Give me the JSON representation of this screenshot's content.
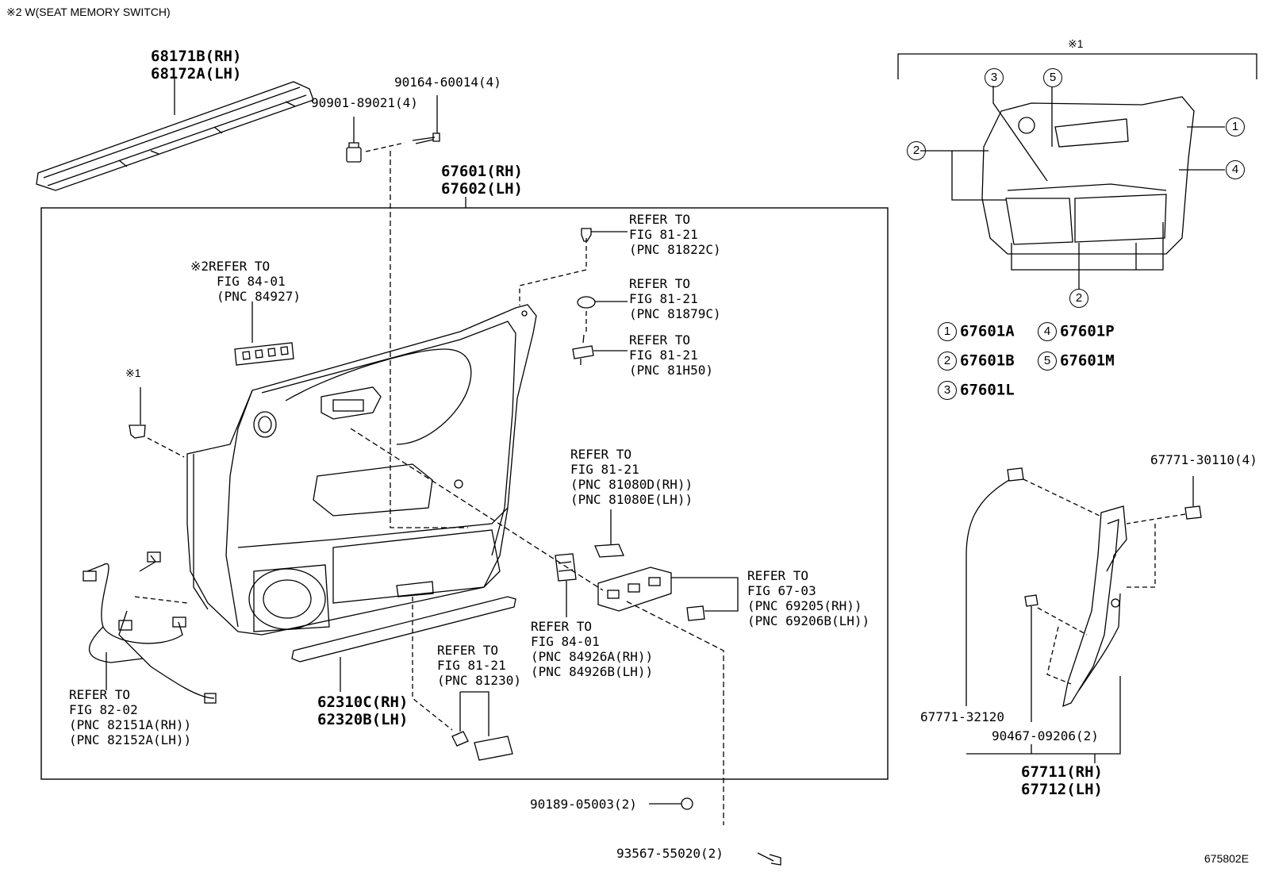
{
  "header_note": "※2 W(SEAT MEMORY SWITCH)",
  "figure_code": "675802E",
  "parts": {
    "p68171": [
      "68171B(RH)",
      "68172A(LH)"
    ],
    "p90164": "90164-60014(4)",
    "p90901": "90901-89021(4)",
    "p67601": [
      "67601(RH)",
      "67602(LH)"
    ],
    "ref_84927": [
      "※2REFER TO",
      "FIG 84-01",
      "(PNC 84927)"
    ],
    "note1_left": "※1",
    "ref_81822": [
      "REFER TO",
      "FIG 81-21",
      "(PNC 81822C)"
    ],
    "ref_81879": [
      "REFER TO",
      "FIG 81-21",
      "(PNC 81879C)"
    ],
    "ref_81h50": [
      "REFER TO",
      "FIG 81-21",
      "(PNC 81H50)"
    ],
    "ref_81080": [
      "REFER TO",
      "FIG 81-21",
      "(PNC 81080D(RH))",
      "(PNC 81080E(LH))"
    ],
    "ref_69205": [
      "REFER TO",
      "FIG 67-03",
      "(PNC 69205(RH))",
      "(PNC 69206B(LH))"
    ],
    "ref_84926": [
      "REFER TO",
      "FIG 84-01",
      "(PNC 84926A(RH))",
      "(PNC 84926B(LH))"
    ],
    "ref_81230": [
      "REFER TO",
      "FIG 81-21",
      "(PNC 81230)"
    ],
    "ref_82151": [
      "REFER TO",
      "FIG 82-02",
      "(PNC 82151A(RH))",
      "(PNC 82152A(LH))"
    ],
    "p62310": [
      "62310C(RH)",
      "62320B(LH)"
    ],
    "p90189": "90189-05003(2)",
    "p93567": "93567-55020(2)",
    "note1_right": "※1",
    "p67771_30110": "67771-30110(4)",
    "p67771_32120": "67771-32120",
    "p90467": "90467-09206(2)",
    "p67711": [
      "67711(RH)",
      "67712(LH)"
    ]
  },
  "callouts": {
    "c1": "1",
    "c2": "2",
    "c3": "3",
    "c4": "4",
    "c5": "5"
  },
  "legend": [
    {
      "num": "1",
      "part": "67601A"
    },
    {
      "num": "4",
      "part": "67601P"
    },
    {
      "num": "2",
      "part": "67601B"
    },
    {
      "num": "5",
      "part": "67601M"
    },
    {
      "num": "3",
      "part": "67601L"
    }
  ]
}
